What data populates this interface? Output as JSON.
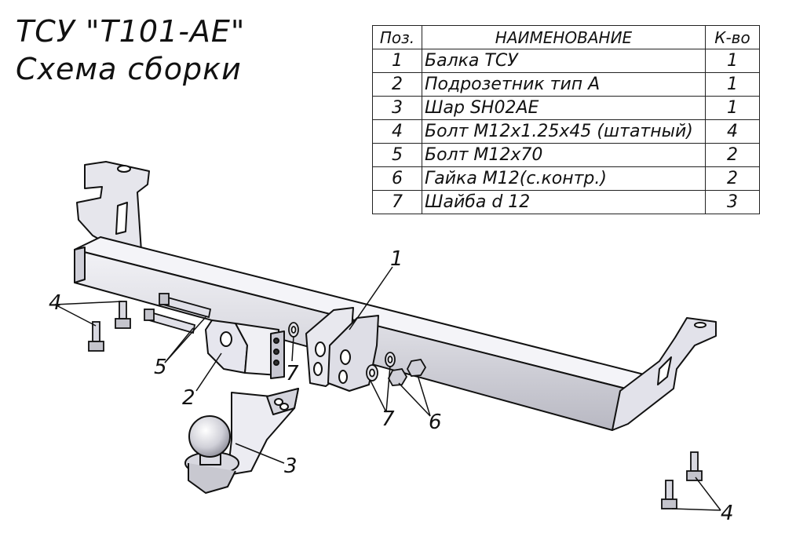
{
  "title": {
    "line1": "ТСУ \"Т101-АЕ\"",
    "line2": "Схема сборки"
  },
  "table": {
    "headers": {
      "pos": "Поз.",
      "name": "НАИМЕНОВАНИЕ",
      "qty": "К-во"
    },
    "rows": [
      {
        "pos": "1",
        "name": "Балка ТСУ",
        "qty": "1"
      },
      {
        "pos": "2",
        "name": "Подрозетник тип А",
        "qty": "1"
      },
      {
        "pos": "3",
        "name": "Шар SH02AE",
        "qty": "1"
      },
      {
        "pos": "4",
        "name": "Болт М12х1.25х45 (штатный)",
        "qty": "4"
      },
      {
        "pos": "5",
        "name": "Болт М12х70",
        "qty": "2"
      },
      {
        "pos": "6",
        "name": "Гайка М12(с.контр.)",
        "qty": "2"
      },
      {
        "pos": "7",
        "name": "Шайба d 12",
        "qty": "3"
      }
    ]
  },
  "callouts": {
    "c1": "1",
    "c2": "2",
    "c3": "3",
    "c4a": "4",
    "c4b": "4",
    "c5": "5",
    "c6": "6",
    "c7a": "7",
    "c7b": "7"
  }
}
